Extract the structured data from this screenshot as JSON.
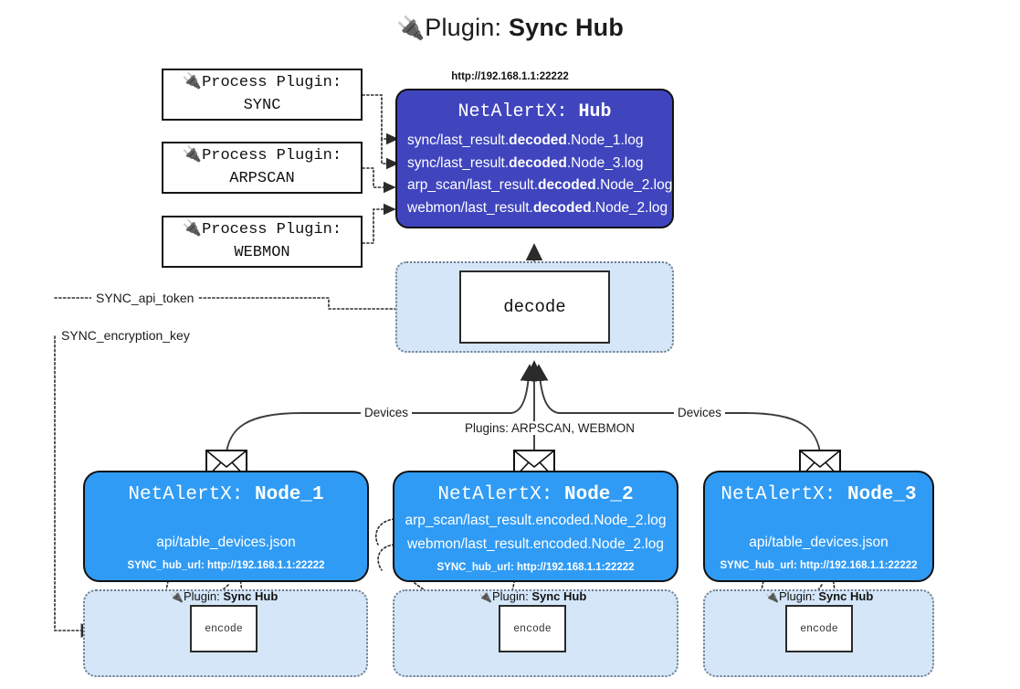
{
  "title": {
    "icon": "plug-icon",
    "glyph": "🔌",
    "label": "Plugin:",
    "value": "Sync Hub"
  },
  "process_plugins": [
    {
      "line1": "Process Plugin:",
      "line2": "SYNC",
      "icon": "plug-icon"
    },
    {
      "line1": "Process Plugin:",
      "line2": "ARPSCAN",
      "icon": "plug-icon"
    },
    {
      "line1": "Process Plugin:",
      "line2": "WEBMON",
      "icon": "plug-icon"
    }
  ],
  "hub": {
    "url": "http://192.168.1.1:22222",
    "title_prefix": "NetAlertX:",
    "title_value": "Hub",
    "rows": [
      {
        "pre": "sync/last_result.",
        "em": "decoded",
        "post": ".Node_1.log"
      },
      {
        "pre": "sync/last_result.",
        "em": "decoded",
        "post": ".Node_3.log"
      },
      {
        "pre": "arp_scan/last_result.",
        "em": "decoded",
        "post": ".Node_2.log"
      },
      {
        "pre": "webmon/last_result.",
        "em": "decoded",
        "post": ".Node_2.log"
      }
    ]
  },
  "decode": {
    "label": "decode"
  },
  "tokens": {
    "api": "SYNC_api_token",
    "key": "SYNC_encryption_key"
  },
  "edge_labels": {
    "devices_left": "Devices",
    "plugins_mid": "Plugins: ARPSCAN, WEBMON",
    "devices_right": "Devices"
  },
  "nodes": [
    {
      "title_prefix": "NetAlertX:",
      "title_value": "Node_1",
      "lines": [
        "api/table_devices.json"
      ],
      "hub_url": "SYNC_hub_url: http://192.168.1.1:22222",
      "icon": "envelope-icon"
    },
    {
      "title_prefix": "NetAlertX:",
      "title_value": "Node_2",
      "lines": [
        "arp_scan/last_result.encoded.Node_2.log",
        "webmon/last_result.encoded.Node_2.log"
      ],
      "hub_url": "SYNC_hub_url: http://192.168.1.1:22222",
      "icon": "envelope-icon"
    },
    {
      "title_prefix": "NetAlertX:",
      "title_value": "Node_3",
      "lines": [
        "api/table_devices.json"
      ],
      "hub_url": "SYNC_hub_url: http://192.168.1.1:22222",
      "icon": "envelope-icon"
    }
  ],
  "encoders": [
    {
      "plugin_label": "Plugin:",
      "plugin_value": "Sync Hub",
      "box": "encode",
      "icon": "plug-icon"
    },
    {
      "plugin_label": "Plugin:",
      "plugin_value": "Sync Hub",
      "box": "encode",
      "icon": "plug-icon"
    },
    {
      "plugin_label": "Plugin:",
      "plugin_value": "Sync Hub",
      "box": "encode",
      "icon": "plug-icon"
    }
  ],
  "colors": {
    "hub": "#4045be",
    "node": "#2f9bf5",
    "group": "#d4e6f8",
    "stroke": "#2b2b2b"
  }
}
